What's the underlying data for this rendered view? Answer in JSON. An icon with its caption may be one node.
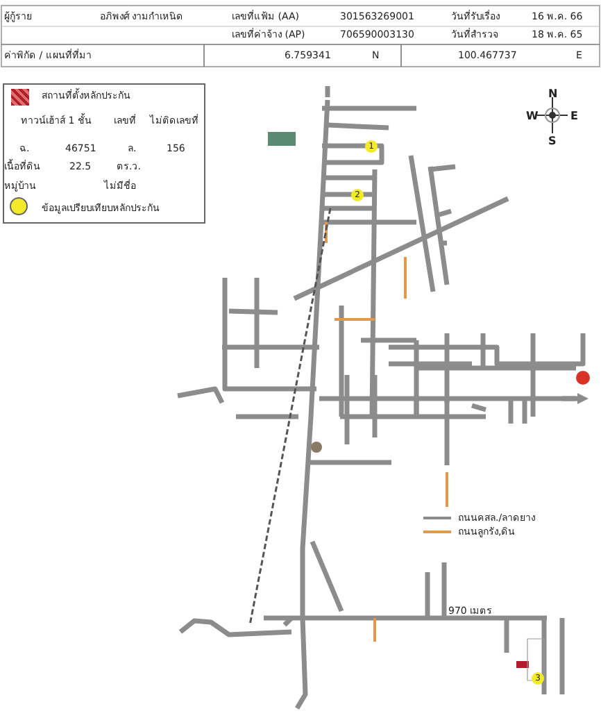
{
  "diagram": {
    "labels": [
      "ผู้กู้ราย",
      "อภิพงศ์ งามกำเหนิด",
      "เลขที่แฟ้ม (AA)",
      "301563269001",
      "วันที่รับเรื่อง",
      "16 พ.ค. 66",
      "เลขที่ค่าจ้าง (AP)",
      "706590003130",
      "วันที่สำรวจ",
      "18 พ.ค. 65",
      "ค่าพิกัด / แผนที่ที่มา",
      "6.759341",
      "N",
      "100.467737",
      "E",
      "ทาวน์เฮ้าส์ 1 ชั้น",
      "เลขที่",
      "ไม่ติดเลขที่",
      "ฉ.",
      "46751",
      "ล.",
      "156",
      "เนื้อที่ดิน",
      "22.5",
      "ตร.ว.",
      "หมู่บ้าน",
      "ไม่มีชื่อ",
      "N",
      "W",
      "E",
      "S",
      "970 เมตร",
      "1",
      "2",
      "3"
    ],
    "legend": [
      {
        "text": "สถานที่ตั้งหลักประกัน"
      },
      {
        "text": "ข้อมูลเปรียบเทียบหลักประกัน"
      },
      {
        "text": "ถนนคสล./ลาดยาง"
      },
      {
        "text": "ถนนลูกรัง,ดิน"
      }
    ]
  }
}
